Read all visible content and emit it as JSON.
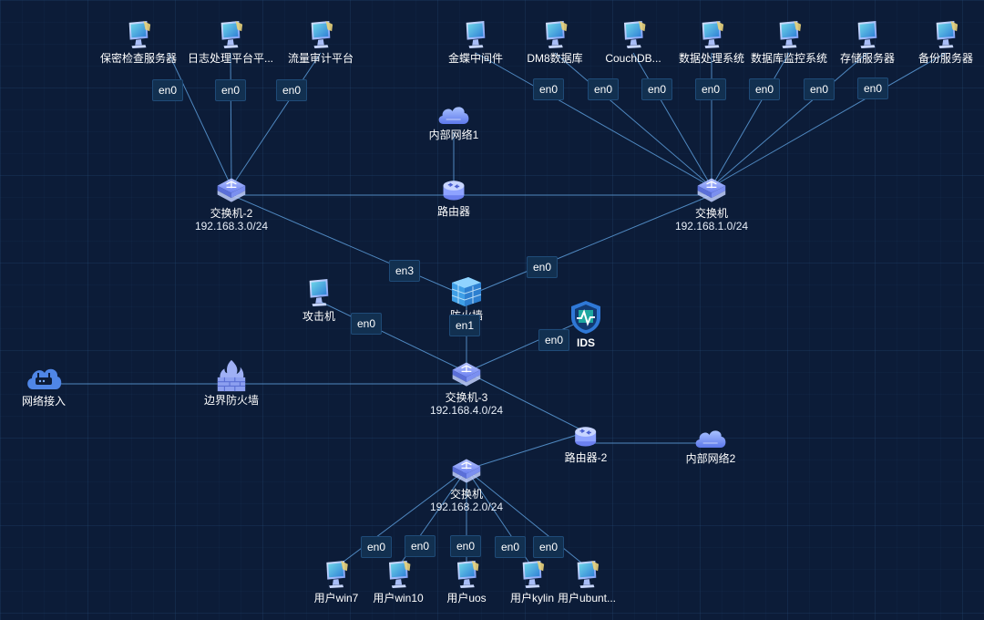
{
  "nodes": {
    "server_secret": {
      "label": "保密检查服务器",
      "icon": "monitor-icon"
    },
    "server_log": {
      "label": "日志处理平台平...",
      "icon": "monitor-icon"
    },
    "server_flow": {
      "label": "流量审计平台",
      "icon": "monitor-icon"
    },
    "server_jindie": {
      "label": "金蝶中间件",
      "icon": "monitor-icon"
    },
    "server_dm8": {
      "label": "DM8数据库",
      "icon": "monitor-icon"
    },
    "server_couch": {
      "label": "CouchDB...",
      "icon": "monitor-icon"
    },
    "server_dataproc": {
      "label": "数据处理系统",
      "icon": "monitor-icon"
    },
    "server_dbmon": {
      "label": "数据库监控系统",
      "icon": "monitor-icon"
    },
    "server_storage": {
      "label": "存储服务器",
      "icon": "monitor-icon"
    },
    "server_backup": {
      "label": "备份服务器",
      "icon": "monitor-icon"
    },
    "cloud1": {
      "label": "内部网络1",
      "icon": "cloud-icon"
    },
    "router1": {
      "label": "路由器",
      "icon": "router-icon"
    },
    "switch2": {
      "label": "交换机-2",
      "sub": "192.168.3.0/24",
      "icon": "switch-icon"
    },
    "switch1": {
      "label": "交换机",
      "sub": "192.168.1.0/24",
      "icon": "switch-icon"
    },
    "firewall": {
      "label": "防火墙",
      "icon": "firewall-icon"
    },
    "attacker": {
      "label": "攻击机",
      "icon": "monitor-icon"
    },
    "ids": {
      "label": "IDS",
      "icon": "ids-shield-icon"
    },
    "internet": {
      "label": "网络接入",
      "icon": "internet-access-icon"
    },
    "border_fw": {
      "label": "边界防火墙",
      "icon": "border-firewall-icon"
    },
    "switch3": {
      "label": "交换机-3",
      "sub": "192.168.4.0/24",
      "icon": "switch-icon"
    },
    "router2": {
      "label": "路由器-2",
      "icon": "router-icon"
    },
    "cloud2": {
      "label": "内部网络2",
      "icon": "cloud-icon"
    },
    "switch4": {
      "label": "交换机",
      "sub": "192.168.2.0/24",
      "icon": "switch-icon"
    },
    "user_win7": {
      "label": "用户win7",
      "icon": "monitor-icon"
    },
    "user_win10": {
      "label": "用户win10",
      "icon": "monitor-icon"
    },
    "user_uos": {
      "label": "用户uos",
      "icon": "monitor-icon"
    },
    "user_kylin": {
      "label": "用户kylin",
      "icon": "monitor-icon"
    },
    "user_ubuntu": {
      "label": "用户ubunt...",
      "icon": "monitor-icon"
    }
  },
  "ports": {
    "p1": "en0",
    "p2": "en0",
    "p3": "en0",
    "p4": "en0",
    "p5": "en0",
    "p6": "en0",
    "p7": "en0",
    "p8": "en0",
    "p9": "en0",
    "p10": "en0",
    "p11": "en3",
    "p12": "en0",
    "p13": "en1",
    "p14": "en0",
    "p15": "en0",
    "p16": "en0",
    "p17": "en0",
    "p18": "en0",
    "p19": "en0",
    "p20": "en0"
  },
  "colors": {
    "background": "#0c1c38",
    "edge": "#5b9bd8",
    "port_fill": "#123050",
    "icon_primary": "#8fa8ff",
    "icon_accent": "#43c6a0"
  }
}
